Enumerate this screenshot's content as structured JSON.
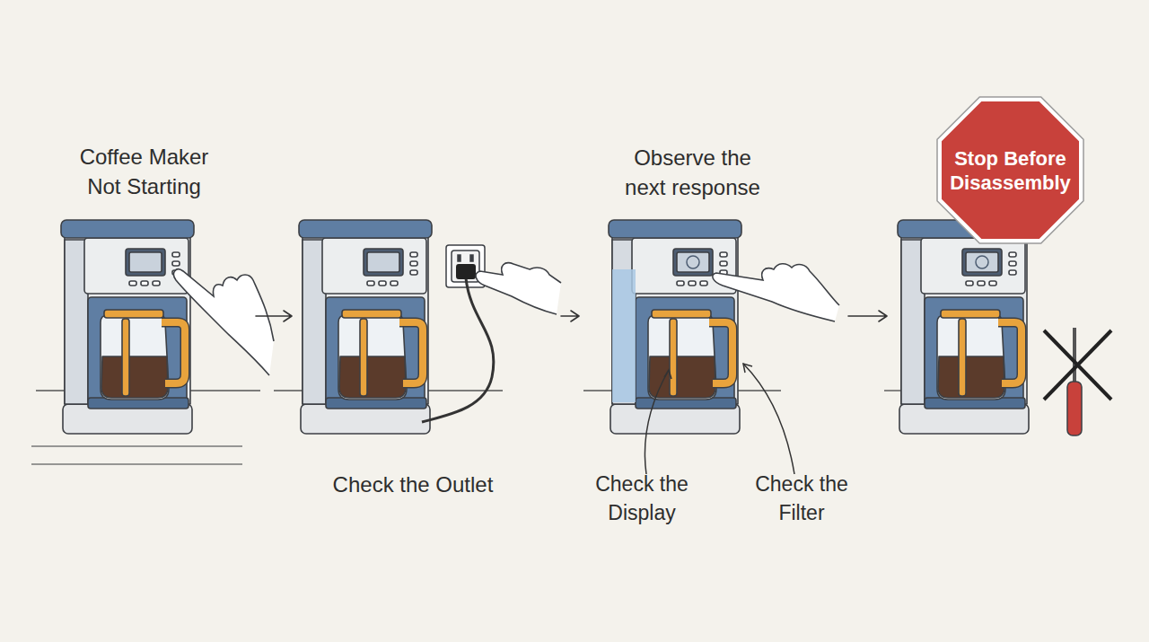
{
  "diagram": {
    "nodes": [
      {
        "text": [
          "Coffee Maker Not Starting"
        ]
      },
      {
        "text": [
          "Check the Outlet"
        ]
      },
      {
        "text": [
          "Observe the next response"
        ]
      },
      {
        "text": [
          "Stop Before Disassembly"
        ]
      }
    ],
    "edges": [
      {
        "from": 0,
        "to": 1,
        "arrow": "to"
      },
      {
        "from": 1,
        "to": 2,
        "arrow": "to"
      },
      {
        "from": 2,
        "to": 3,
        "arrow": "to"
      }
    ],
    "labels": [
      "Check the Display",
      "Check the Filter"
    ]
  }
}
